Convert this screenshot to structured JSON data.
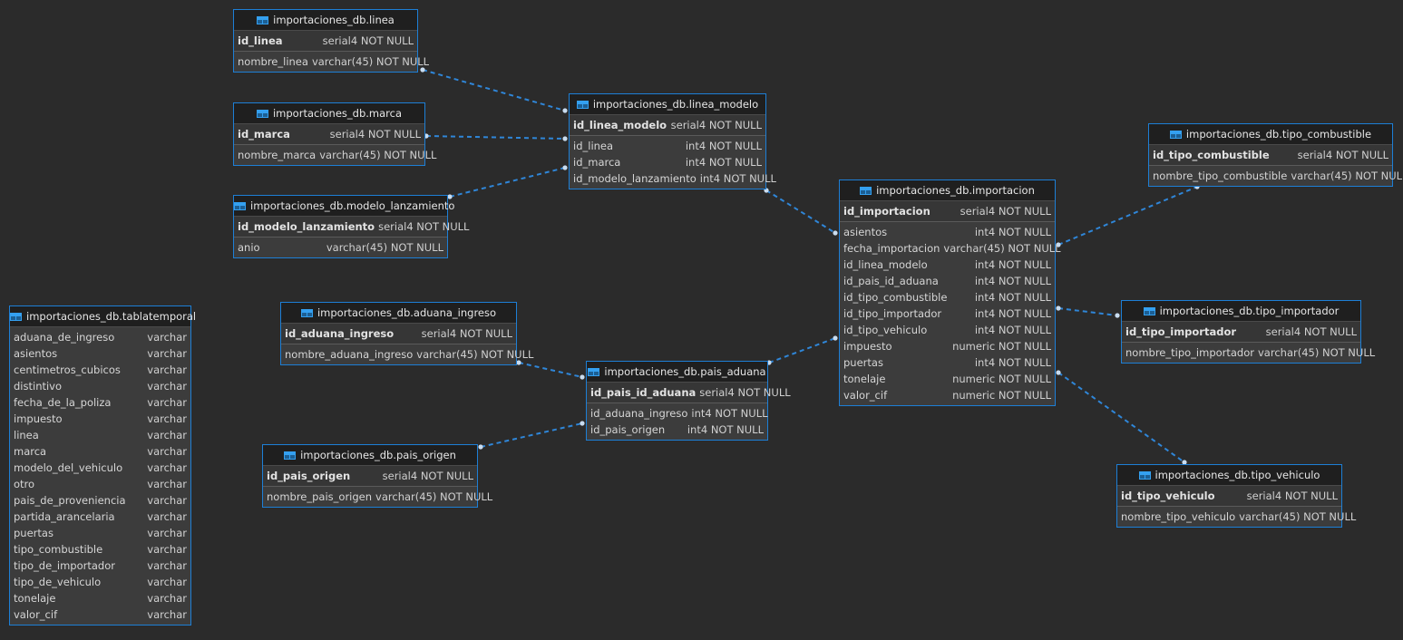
{
  "accent_color": "#1d7fd6",
  "link_color": "#2f86d8",
  "tables": {
    "linea": {
      "title": "importaciones_db.linea",
      "pk": {
        "name": "id_linea",
        "type": "serial4 NOT NULL"
      },
      "rows": [
        {
          "name": "nombre_linea",
          "type": "varchar(45) NOT NULL"
        }
      ]
    },
    "marca": {
      "title": "importaciones_db.marca",
      "pk": {
        "name": "id_marca",
        "type": "serial4 NOT NULL"
      },
      "rows": [
        {
          "name": "nombre_marca",
          "type": "varchar(45) NOT NULL"
        }
      ]
    },
    "modelo_lanzamiento": {
      "title": "importaciones_db.modelo_lanzamiento",
      "pk": {
        "name": "id_modelo_lanzamiento",
        "type": "serial4 NOT NULL"
      },
      "rows": [
        {
          "name": "anio",
          "type": "varchar(45) NOT NULL"
        }
      ]
    },
    "linea_modelo": {
      "title": "importaciones_db.linea_modelo",
      "pk": {
        "name": "id_linea_modelo",
        "type": "serial4 NOT NULL"
      },
      "rows": [
        {
          "name": "id_linea",
          "type": "int4 NOT NULL"
        },
        {
          "name": "id_marca",
          "type": "int4 NOT NULL"
        },
        {
          "name": "id_modelo_lanzamiento",
          "type": "int4 NOT NULL"
        }
      ]
    },
    "importacion": {
      "title": "importaciones_db.importacion",
      "pk": {
        "name": "id_importacion",
        "type": "serial4 NOT NULL"
      },
      "rows": [
        {
          "name": "asientos",
          "type": "int4 NOT NULL"
        },
        {
          "name": "fecha_importacion",
          "type": "varchar(45) NOT NULL"
        },
        {
          "name": "id_linea_modelo",
          "type": "int4 NOT NULL"
        },
        {
          "name": "id_pais_id_aduana",
          "type": "int4 NOT NULL"
        },
        {
          "name": "id_tipo_combustible",
          "type": "int4 NOT NULL"
        },
        {
          "name": "id_tipo_importador",
          "type": "int4 NOT NULL"
        },
        {
          "name": "id_tipo_vehiculo",
          "type": "int4 NOT NULL"
        },
        {
          "name": "impuesto",
          "type": "numeric NOT NULL"
        },
        {
          "name": "puertas",
          "type": "int4 NOT NULL"
        },
        {
          "name": "tonelaje",
          "type": "numeric NOT NULL"
        },
        {
          "name": "valor_cif",
          "type": "numeric NOT NULL"
        }
      ]
    },
    "tipo_combustible": {
      "title": "importaciones_db.tipo_combustible",
      "pk": {
        "name": "id_tipo_combustible",
        "type": "serial4 NOT NULL"
      },
      "rows": [
        {
          "name": "nombre_tipo_combustible",
          "type": "varchar(45) NOT NULL"
        }
      ]
    },
    "tipo_importador": {
      "title": "importaciones_db.tipo_importador",
      "pk": {
        "name": "id_tipo_importador",
        "type": "serial4 NOT NULL"
      },
      "rows": [
        {
          "name": "nombre_tipo_importador",
          "type": "varchar(45) NOT NULL"
        }
      ]
    },
    "tipo_vehiculo": {
      "title": "importaciones_db.tipo_vehiculo",
      "pk": {
        "name": "id_tipo_vehiculo",
        "type": "serial4 NOT NULL"
      },
      "rows": [
        {
          "name": "nombre_tipo_vehiculo",
          "type": "varchar(45) NOT NULL"
        }
      ]
    },
    "aduana_ingreso": {
      "title": "importaciones_db.aduana_ingreso",
      "pk": {
        "name": "id_aduana_ingreso",
        "type": "serial4 NOT NULL"
      },
      "rows": [
        {
          "name": "nombre_aduana_ingreso",
          "type": "varchar(45) NOT NULL"
        }
      ]
    },
    "pais_aduana": {
      "title": "importaciones_db.pais_aduana",
      "pk": {
        "name": "id_pais_id_aduana",
        "type": "serial4 NOT NULL"
      },
      "rows": [
        {
          "name": "id_aduana_ingreso",
          "type": "int4 NOT NULL"
        },
        {
          "name": "id_pais_origen",
          "type": "int4 NOT NULL"
        }
      ]
    },
    "pais_origen": {
      "title": "importaciones_db.pais_origen",
      "pk": {
        "name": "id_pais_origen",
        "type": "serial4 NOT NULL"
      },
      "rows": [
        {
          "name": "nombre_pais_origen",
          "type": "varchar(45) NOT NULL"
        }
      ]
    },
    "tablatemporal": {
      "title": "importaciones_db.tablatemporal",
      "rows": [
        {
          "name": "aduana_de_ingreso",
          "type": "varchar"
        },
        {
          "name": "asientos",
          "type": "varchar"
        },
        {
          "name": "centimetros_cubicos",
          "type": "varchar"
        },
        {
          "name": "distintivo",
          "type": "varchar"
        },
        {
          "name": "fecha_de_la_poliza",
          "type": "varchar"
        },
        {
          "name": "impuesto",
          "type": "varchar"
        },
        {
          "name": "linea",
          "type": "varchar"
        },
        {
          "name": "marca",
          "type": "varchar"
        },
        {
          "name": "modelo_del_vehiculo",
          "type": "varchar"
        },
        {
          "name": "otro",
          "type": "varchar"
        },
        {
          "name": "pais_de_proveniencia",
          "type": "varchar"
        },
        {
          "name": "partida_arancelaria",
          "type": "varchar"
        },
        {
          "name": "puertas",
          "type": "varchar"
        },
        {
          "name": "tipo_combustible",
          "type": "varchar"
        },
        {
          "name": "tipo_de_importador",
          "type": "varchar"
        },
        {
          "name": "tipo_de_vehiculo",
          "type": "varchar"
        },
        {
          "name": "tonelaje",
          "type": "varchar"
        },
        {
          "name": "valor_cif",
          "type": "varchar"
        }
      ]
    }
  }
}
